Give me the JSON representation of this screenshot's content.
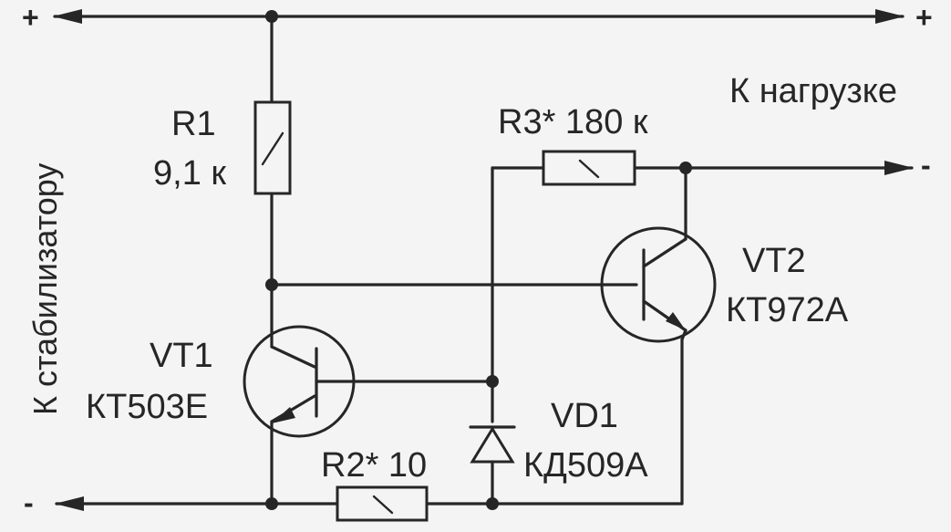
{
  "side_labels": {
    "load": "К нагрузке",
    "stabilizer": "К стабилизатору"
  },
  "terminals": {
    "plus_left": "+",
    "plus_right": "+",
    "minus_left": "-",
    "minus_right": "-"
  },
  "components": {
    "r1": {
      "ref": "R1",
      "value": "9,1 к"
    },
    "r2": {
      "label": "R2* 10"
    },
    "r3": {
      "label": "R3* 180 к"
    },
    "vt1": {
      "ref": "VT1",
      "type": "КТ503Е"
    },
    "vt2": {
      "ref": "VT2",
      "type": "КТ972А"
    },
    "vd1": {
      "ref": "VD1",
      "type": "КД509А"
    }
  }
}
